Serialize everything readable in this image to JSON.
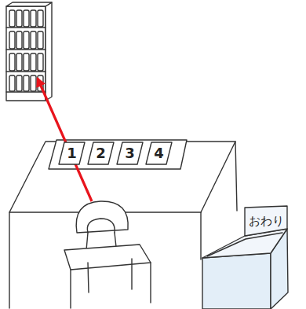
{
  "diagram": {
    "nodes": [
      {
        "text": [
          "1"
        ]
      },
      {
        "text": [
          "2"
        ]
      },
      {
        "text": [
          "3"
        ]
      },
      {
        "text": [
          "4"
        ]
      },
      {
        "text": [
          "おわり"
        ]
      }
    ]
  }
}
